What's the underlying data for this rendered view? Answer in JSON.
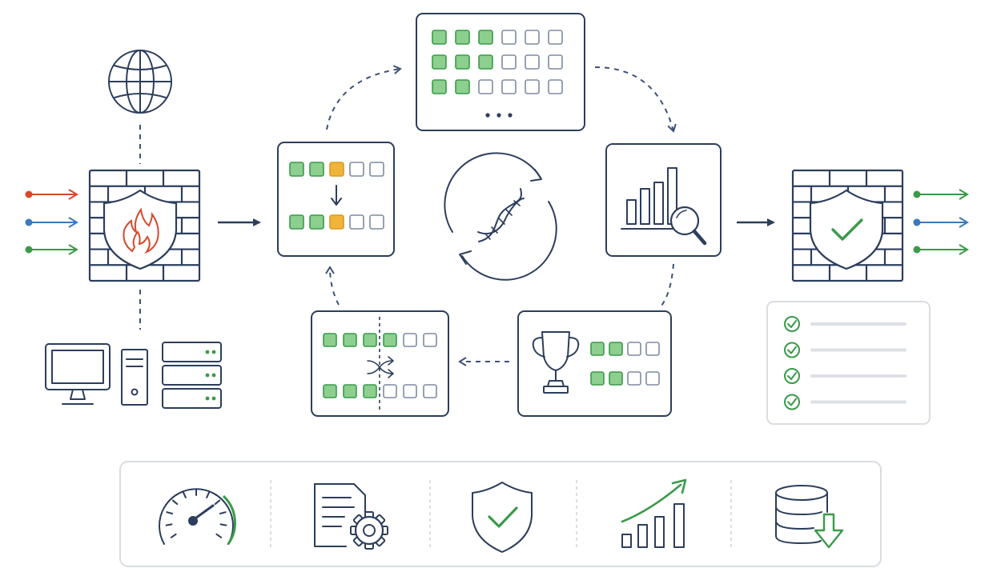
{
  "colors": {
    "navy": "#2c3e5c",
    "green": "#3a9a4a",
    "green_fill": "#8ccf8e",
    "orange": "#f2b33a",
    "orange_stroke": "#d99a1c",
    "red": "#d6492a",
    "blue": "#3a78c2",
    "light_gray": "#dde0e5"
  },
  "icons": {
    "input": [
      "globe-icon",
      "firewall-fire-icon",
      "computer-icon",
      "tower-icon",
      "server-stack-icon"
    ],
    "cycle": [
      "population-grid-icon",
      "fitness-chart-icon",
      "trophy-selection-icon",
      "crossover-icon",
      "mutation-icon",
      "dna-cycle-icon"
    ],
    "output": [
      "firewall-check-icon",
      "checklist-icon"
    ],
    "benefits": [
      "speedometer-icon",
      "document-gear-icon",
      "shield-check-icon",
      "growth-chart-icon",
      "database-download-icon"
    ]
  },
  "population": {
    "rows": [
      [
        1,
        1,
        1,
        0,
        0,
        0
      ],
      [
        1,
        1,
        1,
        0,
        0,
        0
      ],
      [
        1,
        1,
        0,
        0,
        0,
        0
      ]
    ]
  },
  "mutation": {
    "before": [
      "g",
      "g",
      "o",
      "e",
      "e"
    ],
    "after": [
      "g",
      "g",
      "o",
      "e",
      "e"
    ]
  },
  "selection": {
    "rows": [
      [
        "g",
        "g",
        "e",
        "e"
      ],
      [
        "g",
        "g",
        "e",
        "e"
      ]
    ]
  },
  "crossover": {
    "top": [
      "g",
      "g",
      "g",
      "g",
      "e",
      "e"
    ],
    "bottom": [
      "g",
      "g",
      "g",
      "e",
      "e",
      "e"
    ]
  },
  "checklist": {
    "items": 4
  }
}
